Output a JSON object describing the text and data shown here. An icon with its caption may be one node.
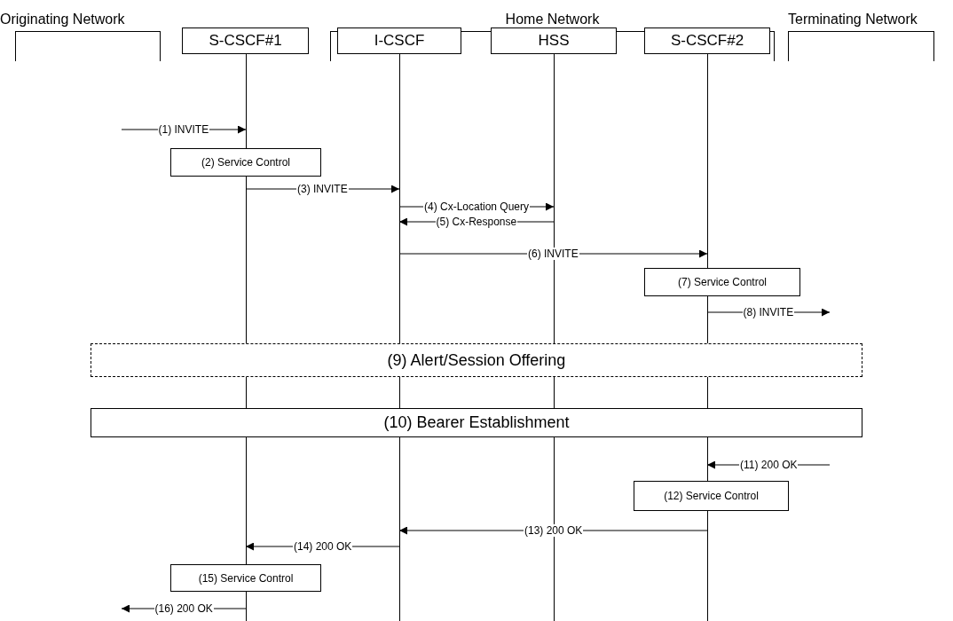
{
  "diagram": {
    "nodes": [
      {
        "text": [
          "Originating Network"
        ]
      },
      {
        "text": [
          "Home Network"
        ]
      },
      {
        "text": [
          "Terminating Network"
        ]
      },
      {
        "text": [
          "S-CSCF#1"
        ]
      },
      {
        "text": [
          "I-CSCF"
        ],
        "in": 1
      },
      {
        "text": [
          "HSS"
        ],
        "in": 1
      },
      {
        "text": [
          "S-CSCF#2"
        ],
        "in": 1
      },
      {
        "text": [
          "(2) Service Control"
        ]
      },
      {
        "text": [
          "(7) Service Control"
        ]
      },
      {
        "text": [
          "(9) Alert/Session Offering"
        ]
      },
      {
        "text": [
          "(10) Bearer Establishment"
        ]
      },
      {
        "text": [
          "(12) Service Control"
        ]
      },
      {
        "text": [
          "(15) Service Control"
        ]
      },
      {
        "text": [],
        "shape": "line"
      },
      {
        "text": [],
        "shape": "line"
      },
      {
        "text": [],
        "shape": "line"
      },
      {
        "text": [],
        "shape": "line"
      }
    ],
    "edges": [
      {
        "from": null,
        "to": 13,
        "arrow": "to",
        "label": "(1) INVITE"
      },
      {
        "from": 13,
        "to": 14,
        "arrow": "to",
        "label": "(3) INVITE"
      },
      {
        "from": 14,
        "to": 15,
        "arrow": "to",
        "label": "(4) Cx-Location Query"
      },
      {
        "from": 15,
        "to": 14,
        "arrow": "to",
        "label": "(5) Cx-Response"
      },
      {
        "from": 14,
        "to": 16,
        "arrow": "to",
        "label": "(6) INVITE"
      },
      {
        "from": 16,
        "to": null,
        "arrow": "to",
        "label": "(8) INVITE"
      },
      {
        "from": null,
        "to": 16,
        "arrow": "to",
        "label": "(11) 200 OK"
      },
      {
        "from": 16,
        "to": 14,
        "arrow": "to",
        "label": "(13) 200 OK"
      },
      {
        "from": 14,
        "to": 13,
        "arrow": "to",
        "label": "(14) 200 OK"
      },
      {
        "from": 13,
        "to": null,
        "arrow": "to",
        "label": "(16) 200 OK"
      }
    ]
  }
}
